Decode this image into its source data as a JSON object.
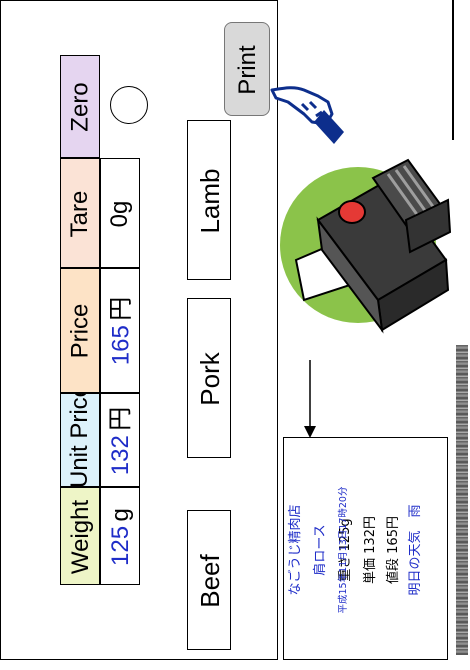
{
  "labels": {
    "weight": "Weight",
    "unit_price": "Unit Price",
    "price": "Price",
    "tare": "Tare",
    "zero": "Zero"
  },
  "values": {
    "weight_value": "125",
    "weight_unit": "g",
    "unit_price_value": "132",
    "unit_price_unit": "円",
    "price_value": "165",
    "price_unit": "円",
    "tare_value": "0g"
  },
  "buttons": {
    "beef": "Beef",
    "pork": "Pork",
    "lamb": "Lamb",
    "print": "Print"
  },
  "receipt": {
    "shop": "なごうじ精肉店",
    "item": "肩ロース",
    "weight_line": "重さ 125g",
    "unit_price_line": "単価 132円",
    "price_line": "値段 165円",
    "date_line": "平成15年11月13日17時20分",
    "weather_line": "明日の天気　雨"
  },
  "colors": {
    "weight_label_bg": "#eef5c7",
    "unit_price_label_bg": "#ddf2fb",
    "price_label_bg": "#fde3c6",
    "tare_label_bg": "#fbe3d6",
    "zero_label_bg": "#e5d5f0",
    "value_text": "#1f2dc8",
    "print_button_bg": "#d9d9d9",
    "printer_circle": "#8bc34a",
    "printer_body": "#3a3a3a",
    "printer_button": "#e53935"
  },
  "icons": {
    "hand": "pointing-hand-icon",
    "printer": "printer-icon",
    "arrow": "arrow-down-icon"
  }
}
